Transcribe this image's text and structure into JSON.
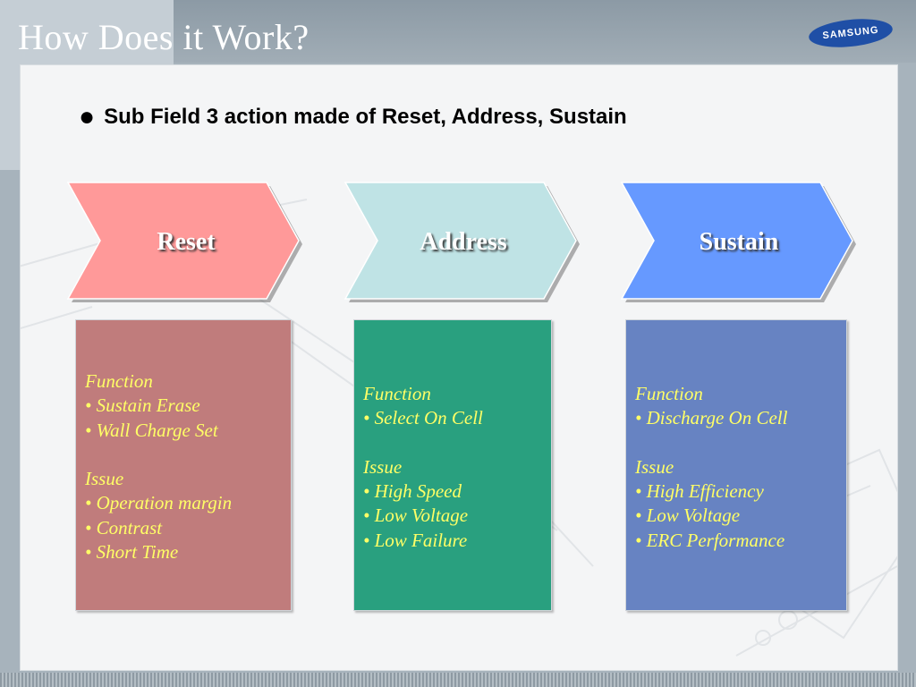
{
  "header": {
    "title": "How Does it Work?",
    "logo_text": "SAMSUNG"
  },
  "main": {
    "bullet": "Sub Field 3 action made of Reset, Address, Sustain",
    "stages": [
      {
        "label": "Reset",
        "color": "#ff9999",
        "box_color": "#c07c7c",
        "function_heading": "Function",
        "function_items": [
          "• Sustain Erase",
          "• Wall Charge Set"
        ],
        "issue_heading": "Issue",
        "issue_items": [
          "• Operation margin",
          "• Contrast",
          "• Short Time"
        ]
      },
      {
        "label": "Address",
        "color": "#bfe3e5",
        "box_color": "#29a07f",
        "function_heading": "Function",
        "function_items": [
          "• Select On Cell"
        ],
        "issue_heading": "Issue",
        "issue_items": [
          "• High Speed",
          "• Low Voltage",
          "• Low Failure"
        ]
      },
      {
        "label": "Sustain",
        "color": "#6699ff",
        "box_color": "#6783c2",
        "function_heading": "Function",
        "function_items": [
          "• Discharge On Cell"
        ],
        "issue_heading": "Issue",
        "issue_items": [
          "• High Efficiency",
          "• Low Voltage",
          "• ERC Performance"
        ]
      }
    ]
  }
}
